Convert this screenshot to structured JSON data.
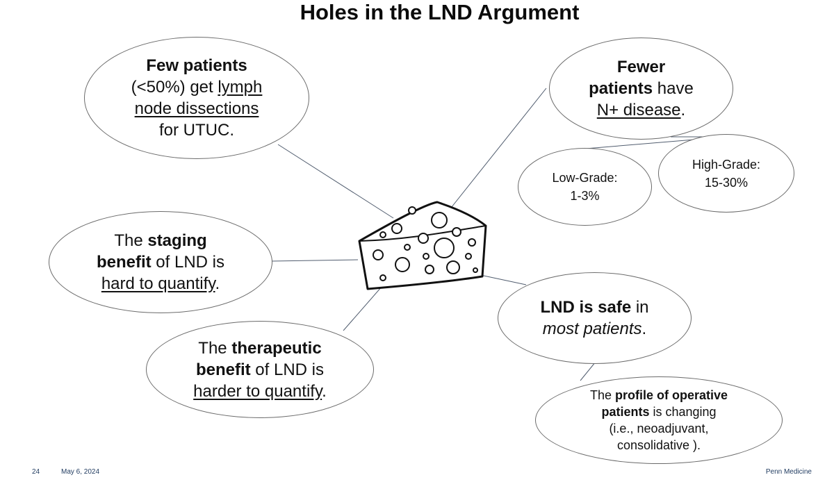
{
  "slide": {
    "title": "Holes in the LND Argument",
    "page_number": "24",
    "date": "May 6, 2024",
    "brand": "Penn Medicine"
  },
  "bubbles": {
    "few_patients": {
      "bold": "Few patients",
      "text1": "(<50%) get ",
      "underline1": "lymph",
      "underline2": "node dissections",
      "text2": "for UTUC."
    },
    "fewer_patients": {
      "bold1": "Fewer",
      "bold2": "patients",
      "text1": " have",
      "underline": "N+ disease",
      "text2": "."
    },
    "low_grade": {
      "line1": "Low-Grade:",
      "line2": "1-3%"
    },
    "high_grade": {
      "line1": "High-Grade:",
      "line2": "15-30%"
    },
    "staging": {
      "text1": "The ",
      "bold1": "staging",
      "bold2": "benefit",
      "text2": " of LND is",
      "underline": "hard to quantify",
      "text3": "."
    },
    "therapeutic": {
      "text1": "The ",
      "bold1": "therapeutic",
      "bold2": "benefit",
      "text2": " of LND is",
      "underline": "harder to quantify",
      "text3": "."
    },
    "safe": {
      "bold": "LND is safe",
      "text1": " in",
      "italic": "most patients",
      "text2": "."
    },
    "profile": {
      "text1": "The ",
      "bold1": "profile of operative",
      "bold2": "patients",
      "text2": " is changing",
      "text3": "(i.e., neoadjuvant,",
      "text4": "consolidative )."
    }
  },
  "icons": {
    "center_graphic": "cheese-icon"
  }
}
